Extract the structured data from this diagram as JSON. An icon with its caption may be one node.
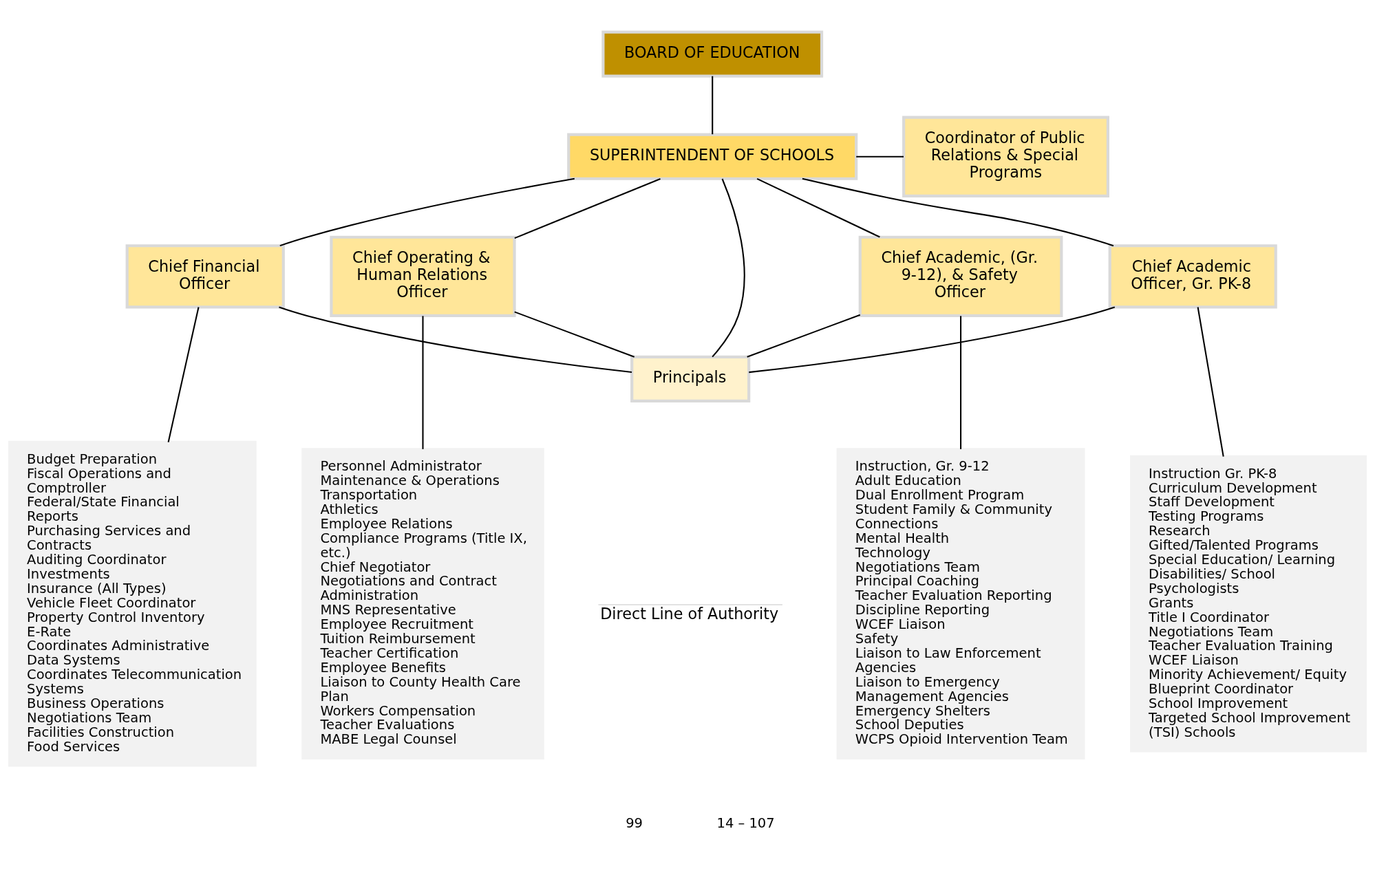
{
  "diagram": {
    "nodes": [
      {
        "text": [
          "BOARD OF EDUCATION"
        ]
      },
      {
        "text": [
          "SUPERINTENDENT OF SCHOOLS"
        ]
      },
      {
        "text": [
          "Coordinator of Public Relations & Special Programs"
        ]
      },
      {
        "text": [
          "Chief Financial Officer"
        ]
      },
      {
        "text": [
          "Chief Operating & Human Relations Officer"
        ]
      },
      {
        "text": [
          "Chief Academic, (Gr. 9-12), & Safety Officer"
        ]
      },
      {
        "text": [
          "Chief Academic Officer, Gr. PK-8"
        ]
      },
      {
        "text": [
          "Budget Preparation",
          "Fiscal Operations and Comptroller",
          "Federal/State Financial Reports",
          "Purchasing Services and Contracts",
          "Auditing Coordinator",
          "Investments",
          "Insurance (All Types)",
          "Vehicle Fleet Coordinator",
          "Property Control Inventory",
          "E-Rate",
          "Coordinates Administrative Data Systems",
          "Coordinates Telecommunication Systems",
          "Business Operations",
          "Negotiations Team",
          "Facilities Construction",
          "Food Services"
        ]
      },
      {
        "text": [
          "Personnel Administrator",
          "Maintenance & Operations",
          "Transportation",
          "Athletics",
          "Employee Relations",
          "Compliance Programs (Title IX, etc.)",
          "Chief Negotiator",
          "Negotiations and Contract Administration",
          "MNS Representative",
          "Employee Recruitment",
          "Tuition Reimbursement",
          "Teacher Certification",
          "Employee Benefits",
          "Liaison to County Health Care Plan",
          "Workers Compensation",
          "Teacher Evaluations",
          "MABE Legal Counsel"
        ]
      },
      {
        "text": [
          "Principals"
        ]
      },
      {
        "text": [
          "Instruction, Gr. 9-12",
          "Adult Education",
          "Dual Enrollment Program",
          "Student Family & Community Connections",
          "Mental Health",
          "Technology",
          "Negotiations Team",
          "Principal Coaching",
          "Teacher Evaluation Reporting",
          "Discipline Reporting",
          "WCEF Liaison",
          "Safety",
          "Liaison to Law Enforcement Agencies",
          "Liaison to Emergency Management Agencies",
          "Emergency Shelters",
          "School Deputies",
          "WCPS Opioid Intervention Team"
        ]
      },
      {
        "text": [
          "Instruction Gr. PK-8",
          "Curriculum Development",
          "Staff Development",
          "Testing Programs",
          "Research",
          "Gifted/Talented Programs",
          "Special Education/ Learning Disabilities/ School Psychologists",
          "Grants",
          "Title I Coordinator",
          "Negotiations Team",
          "Teacher Evaluation Training",
          "WCEF Liaison",
          "Minority Achievement/ Equity",
          "Blueprint Coordinator",
          "School Improvement",
          "Targeted School Improvement (TSI) Schools"
        ]
      }
    ],
    "edges": [
      {
        "from": 0,
        "to": 1,
        "arrow": "none"
      },
      {
        "from": 1,
        "to": 2,
        "arrow": "none"
      },
      {
        "from": 1,
        "to": 3,
        "arrow": "none"
      },
      {
        "from": 1,
        "to": 4,
        "arrow": "none"
      },
      {
        "from": 1,
        "to": 5,
        "arrow": "none"
      },
      {
        "from": 1,
        "to": 6,
        "arrow": "none"
      },
      {
        "from": 1,
        "to": 9,
        "arrow": "none"
      },
      {
        "from": 3,
        "to": 7,
        "arrow": "none"
      },
      {
        "from": 4,
        "to": 8,
        "arrow": "none"
      },
      {
        "from": 5,
        "to": 10,
        "arrow": "none"
      },
      {
        "from": 6,
        "to": 11,
        "arrow": "none"
      },
      {
        "from": 3,
        "to": 9,
        "arrow": "none"
      },
      {
        "from": 4,
        "to": 9,
        "arrow": "none"
      },
      {
        "from": 5,
        "to": 9,
        "arrow": "none"
      },
      {
        "from": 6,
        "to": 9,
        "arrow": "none"
      }
    ],
    "labels": [
      "99",
      "14 – 107"
    ],
    "legend": [
      {
        "text": "Direct Line of Authority"
      }
    ]
  }
}
